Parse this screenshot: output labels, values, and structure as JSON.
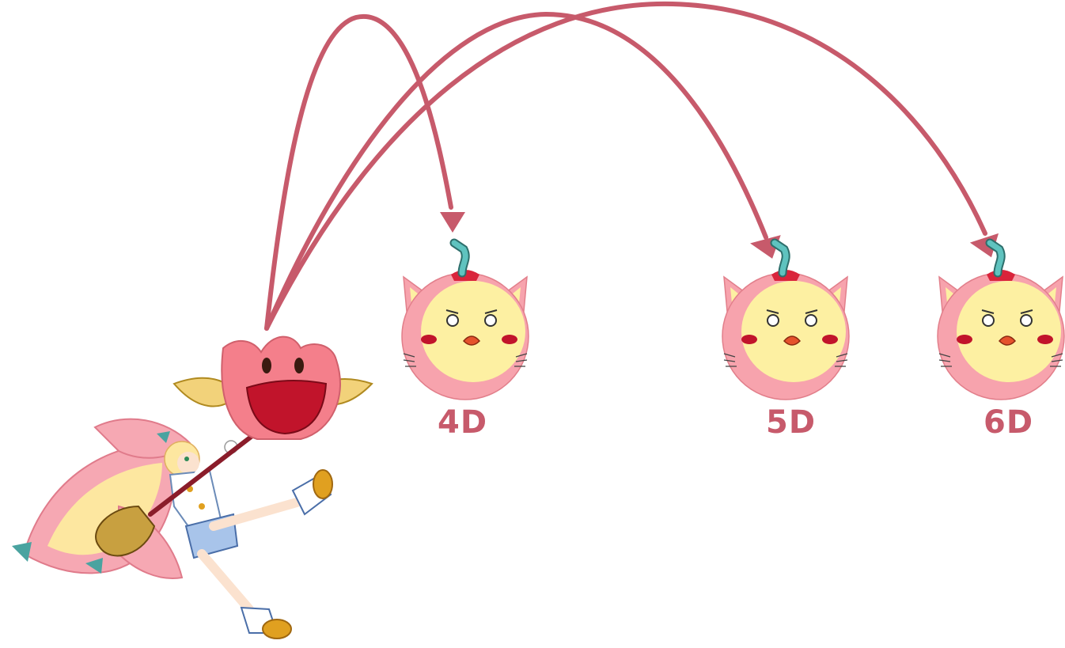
{
  "colors": {
    "arrow": "#c75a6b",
    "label": "#c75a6b",
    "mascot_pink": "#f7a3ad",
    "mascot_yellow": "#fdf0a2",
    "stem": "#4aa3a0",
    "flower_pink": "#f47f8b",
    "flower_mouth": "#c1142b"
  },
  "icons": {
    "character": "magical-girl-character-icon",
    "launcher": "flower-launcher-icon",
    "projectile": "cat-fruit-projectile-icon"
  },
  "targets": [
    {
      "id": "4d",
      "label": "4D"
    },
    {
      "id": "5d",
      "label": "5D"
    },
    {
      "id": "6d",
      "label": "6D"
    }
  ]
}
